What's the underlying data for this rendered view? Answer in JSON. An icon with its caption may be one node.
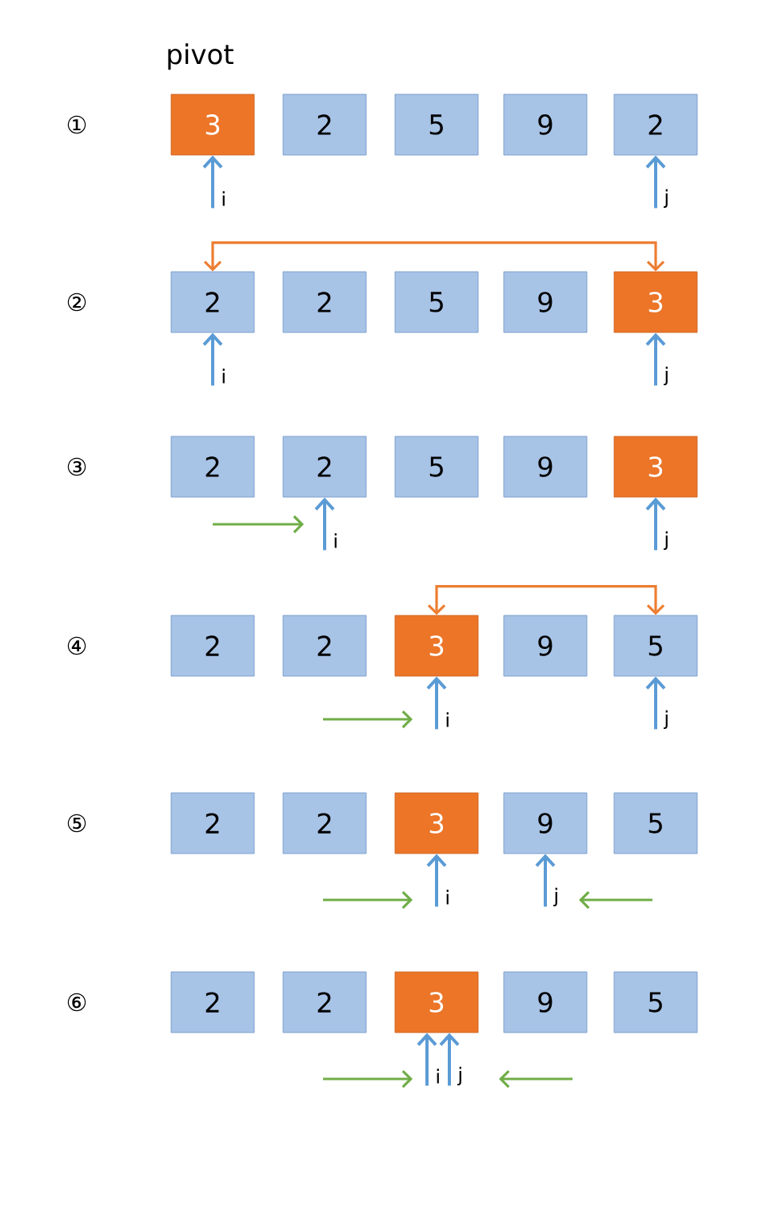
{
  "diagram": {
    "nodes": [
      {
        "text": [
          "3"
        ],
        "beside": [
          "pivot"
        ]
      },
      {
        "text": [
          "2"
        ]
      },
      {
        "text": [
          "5"
        ]
      },
      {
        "text": [
          "9"
        ]
      },
      {
        "text": [
          "2"
        ]
      },
      {
        "text": [
          "2"
        ]
      },
      {
        "text": [
          "2"
        ]
      },
      {
        "text": [
          "5"
        ]
      },
      {
        "text": [
          "9"
        ]
      },
      {
        "text": [
          "3"
        ]
      },
      {
        "text": [
          "2"
        ]
      },
      {
        "text": [
          "2"
        ]
      },
      {
        "text": [
          "5"
        ]
      },
      {
        "text": [
          "9"
        ]
      },
      {
        "text": [
          "3"
        ]
      },
      {
        "text": [
          "2"
        ]
      },
      {
        "text": [
          "2"
        ]
      },
      {
        "text": [
          "3"
        ]
      },
      {
        "text": [
          "9"
        ]
      },
      {
        "text": [
          "5"
        ]
      },
      {
        "text": [
          "2"
        ]
      },
      {
        "text": [
          "2"
        ]
      },
      {
        "text": [
          "3"
        ]
      },
      {
        "text": [
          "9"
        ]
      },
      {
        "text": [
          "5"
        ]
      },
      {
        "text": [
          "2"
        ]
      },
      {
        "text": [
          "2"
        ]
      },
      {
        "text": [
          "3"
        ]
      },
      {
        "text": [
          "9"
        ]
      },
      {
        "text": [
          "5"
        ]
      }
    ],
    "edges": [
      {
        "from": null,
        "to": 0,
        "arrow": "to",
        "label": "i"
      },
      {
        "from": null,
        "to": 4,
        "arrow": "to",
        "label": "j"
      },
      {
        "from": 5,
        "to": 9,
        "arrow": "both",
        "color": "#ed7d31"
      },
      {
        "from": null,
        "to": 5,
        "arrow": "to",
        "label": "i"
      },
      {
        "from": null,
        "to": 9,
        "arrow": "to",
        "label": "j"
      },
      {
        "from": null,
        "to": 11,
        "arrow": "to",
        "label": "i"
      },
      {
        "from": null,
        "to": 14,
        "arrow": "to",
        "label": "j"
      },
      {
        "from": 17,
        "to": 19,
        "arrow": "both",
        "color": "#ed7d31"
      },
      {
        "from": null,
        "to": 17,
        "arrow": "to",
        "label": "i"
      },
      {
        "from": null,
        "to": 19,
        "arrow": "to",
        "label": "j"
      },
      {
        "from": null,
        "to": 22,
        "arrow": "to",
        "label": "i"
      },
      {
        "from": null,
        "to": 23,
        "arrow": "to",
        "label": "j"
      },
      {
        "from": null,
        "to": 27,
        "arrow": "to",
        "label": "i"
      },
      {
        "from": null,
        "to": 27,
        "arrow": "to",
        "label": "j"
      }
    ],
    "labels": [
      "①",
      "②",
      "③",
      "④",
      "⑤",
      "⑥"
    ]
  }
}
